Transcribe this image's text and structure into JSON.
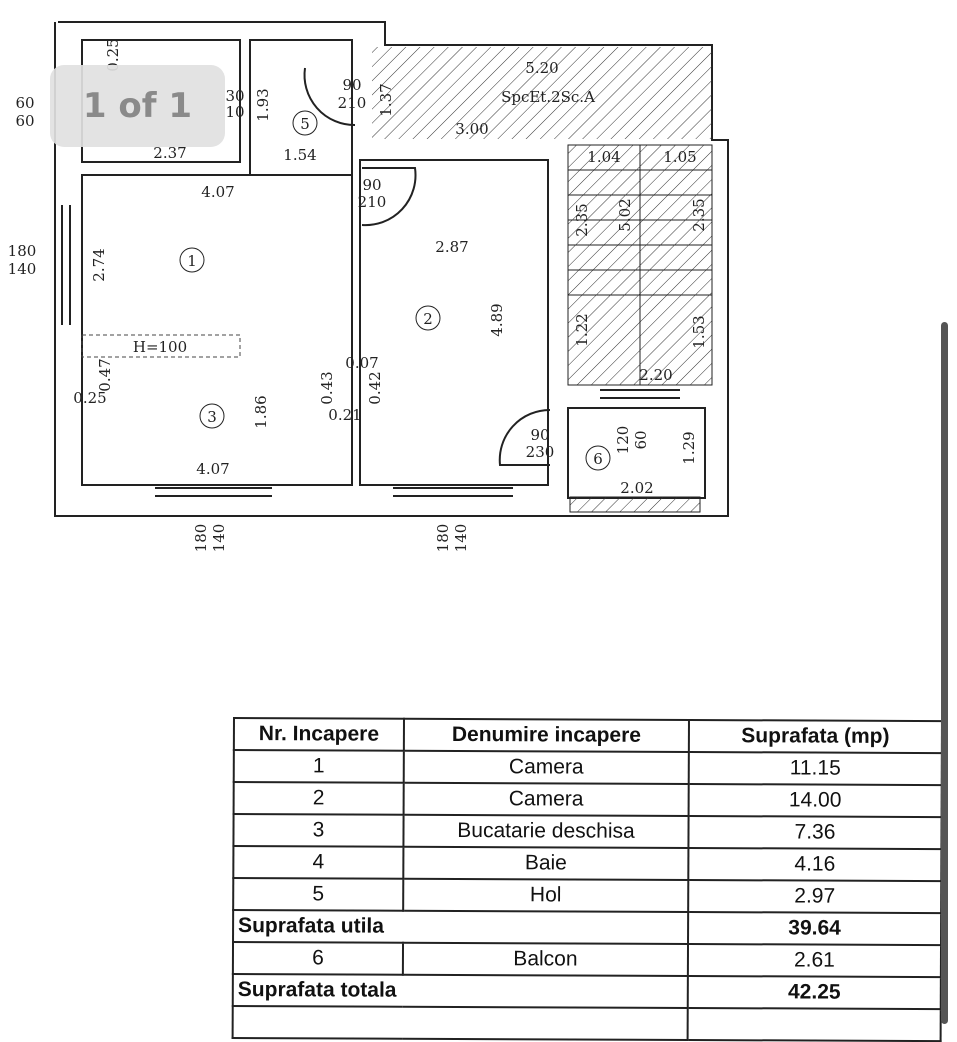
{
  "viewer": {
    "page_indicator": "1 of 1"
  },
  "plan": {
    "rooms": {
      "r1": "1",
      "r2": "2",
      "r3": "3",
      "r5": "5",
      "r6": "6"
    },
    "stair_label": "SpcEt.2Sc.A",
    "height_note": "H=100",
    "dims": {
      "d_025_top": "0.25",
      "d_30_10_top": "30",
      "d_30_10_bot": "10",
      "d_193": "1.93",
      "d_237": "2.37",
      "d_154": "1.54",
      "door5_top": "90",
      "door5_bot": "210",
      "d_137": "1.37",
      "d_520": "5.20",
      "d_300": "3.00",
      "d_407_top": "4.07",
      "door1_top": "90",
      "door1_bot": "210",
      "d_287": "2.87",
      "d_274": "2.74",
      "d_489": "4.89",
      "d_104": "1.04",
      "d_105": "1.05",
      "d_235a": "2.35",
      "d_502": "5.02",
      "d_235b": "2.35",
      "d_122": "1.22",
      "d_153": "1.53",
      "d_220": "2.20",
      "d_047": "0.47",
      "d_025": "0.25",
      "d_043": "0.43",
      "d_007": "0.07",
      "d_042": "0.42",
      "d_021": "0.21",
      "d_186": "1.86",
      "d_407_bot": "4.07",
      "door6_top": "90",
      "door6_bot": "230",
      "win6_top": "120",
      "win6_bot": "60",
      "d_129": "1.29",
      "d_202": "2.02",
      "win_left_top": "60",
      "win_left_bot": "60",
      "win_side_top": "180",
      "win_side_bot": "140",
      "win_b1_top": "180",
      "win_b1_bot": "140",
      "win_b2_top": "180",
      "win_b2_bot": "140"
    }
  },
  "table": {
    "headers": [
      "Nr. Incapere",
      "Denumire incapere",
      "Suprafata (mp)"
    ],
    "rows": [
      {
        "nr": "1",
        "name": "Camera",
        "area": "11.15"
      },
      {
        "nr": "2",
        "name": "Camera",
        "area": "14.00"
      },
      {
        "nr": "3",
        "name": "Bucatarie deschisa",
        "area": "7.36"
      },
      {
        "nr": "4",
        "name": "Baie",
        "area": "4.16"
      },
      {
        "nr": "5",
        "name": "Hol",
        "area": "2.97"
      }
    ],
    "utila_label": "Suprafata utila",
    "utila_value": "39.64",
    "balcony": {
      "nr": "6",
      "name": "Balcon",
      "area": "2.61"
    },
    "totala_label": "Suprafata totala",
    "totala_value": "42.25"
  }
}
